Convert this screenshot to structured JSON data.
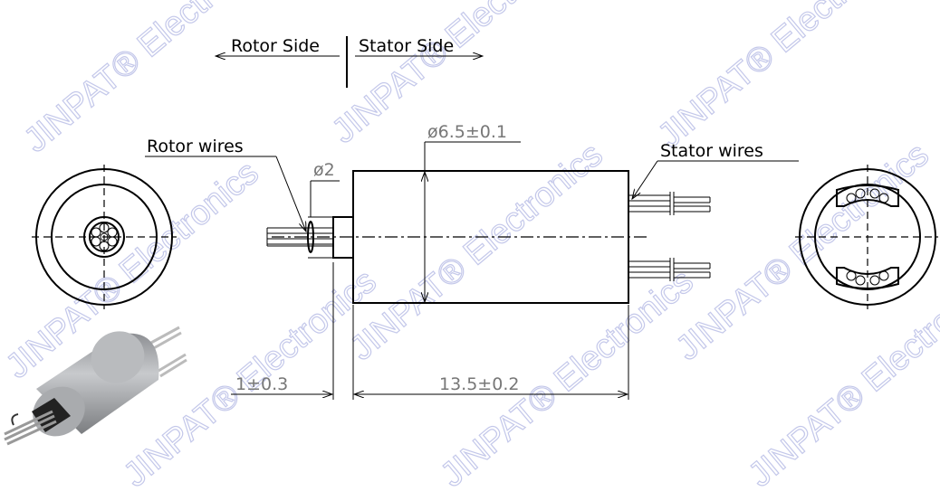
{
  "watermark": "JINPAT® Electronics",
  "labels": {
    "rotor_side": "Rotor Side",
    "stator_side": "Stator Side",
    "rotor_wires": "Rotor wires",
    "stator_wires": "Stator wires"
  },
  "dimensions": {
    "body_diameter": "ø6.5±0.1",
    "shaft_diameter": "ø2",
    "shaft_length": "1±0.3",
    "body_length": "13.5±0.2"
  },
  "colors": {
    "line": "#000000",
    "dimension": "#777777",
    "watermark": "#c4c8ea"
  }
}
